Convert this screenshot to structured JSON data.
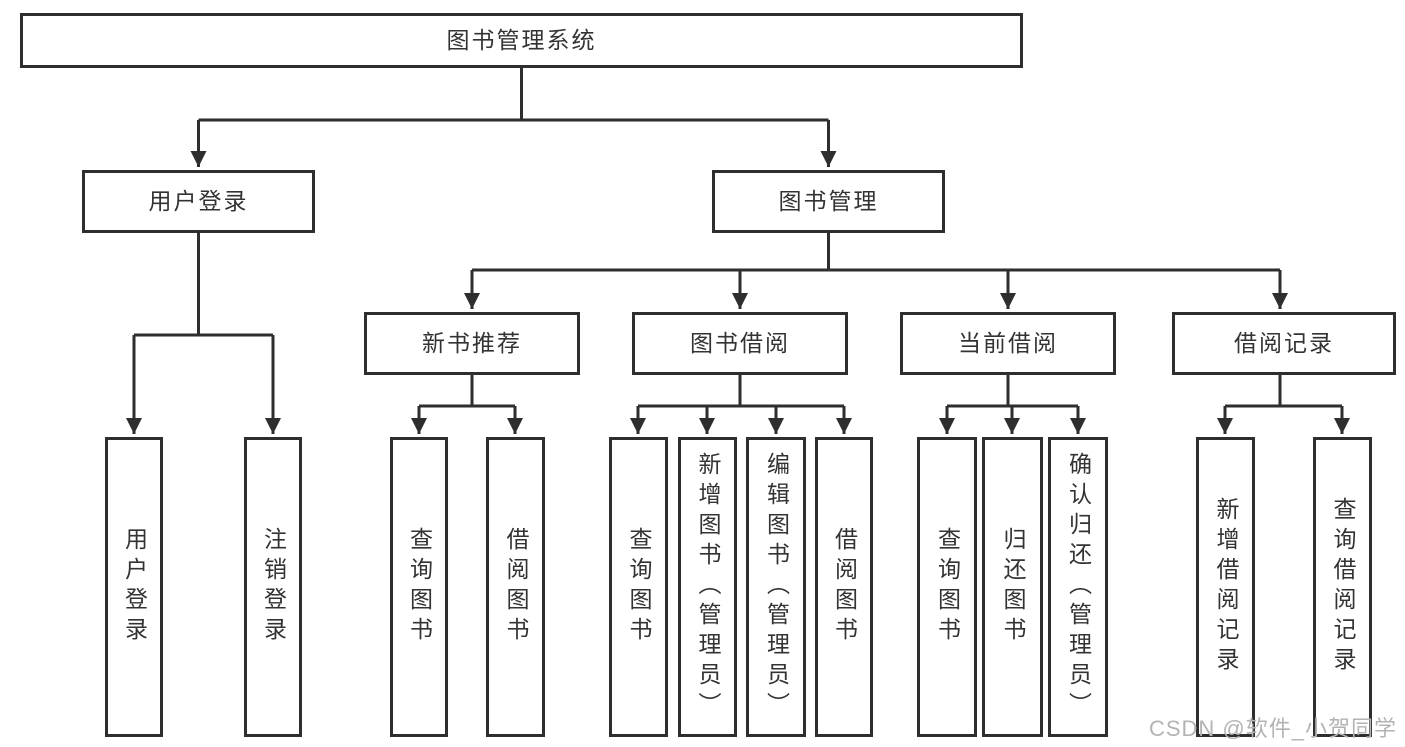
{
  "diagram": {
    "root": {
      "label": "图书管理系统",
      "children": [
        {
          "label": "用户登录",
          "children": [
            {
              "label": "用户登录"
            },
            {
              "label": "注销登录"
            }
          ]
        },
        {
          "label": "图书管理",
          "children": [
            {
              "label": "新书推荐",
              "children": [
                {
                  "label": "查询图书"
                },
                {
                  "label": "借阅图书"
                }
              ]
            },
            {
              "label": "图书借阅",
              "children": [
                {
                  "label": "查询图书"
                },
                {
                  "label": "新增图书（管理员）"
                },
                {
                  "label": "编辑图书（管理员）"
                },
                {
                  "label": "借阅图书"
                }
              ]
            },
            {
              "label": "当前借阅",
              "children": [
                {
                  "label": "查询图书"
                },
                {
                  "label": "归还图书"
                },
                {
                  "label": "确认归还（管理员）"
                }
              ]
            },
            {
              "label": "借阅记录",
              "children": [
                {
                  "label": "新增借阅记录"
                },
                {
                  "label": "查询借阅记录"
                }
              ]
            }
          ]
        }
      ]
    },
    "watermark": "CSDN @软件_小贺同学",
    "colors": {
      "line": "#2e2e2e",
      "box_border": "#2e2e2e",
      "text": "#333333",
      "watermark": "#b5b2b2",
      "background": "#ffffff"
    }
  }
}
